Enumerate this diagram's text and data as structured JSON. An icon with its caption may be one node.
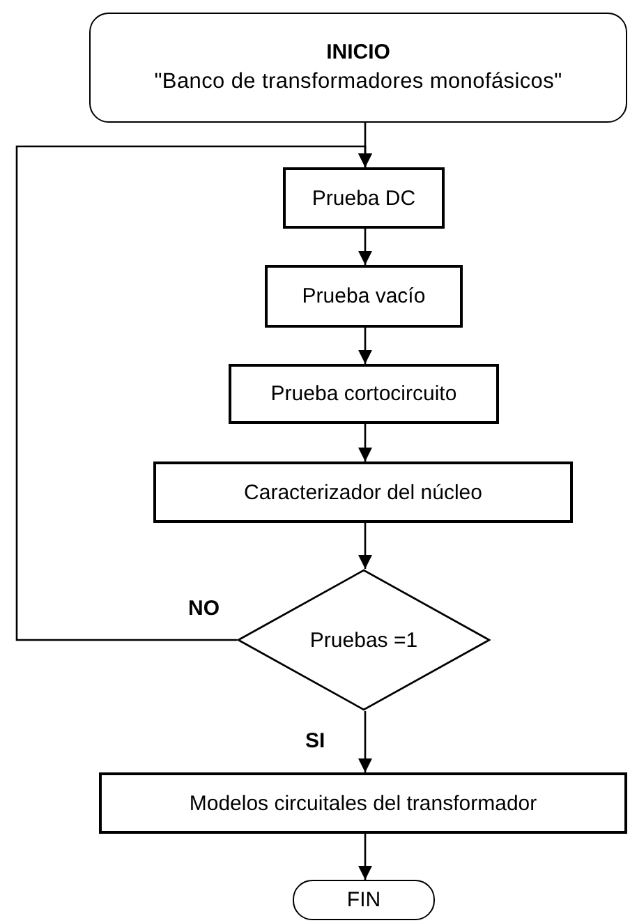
{
  "diagram": {
    "nodes": [
      {
        "text": [
          "INICIO",
          "\"Banco de transformadores monofásicos\""
        ]
      },
      {
        "text": [
          "Prueba DC"
        ]
      },
      {
        "text": [
          "Prueba vacío"
        ]
      },
      {
        "text": [
          "Prueba cortocircuito"
        ]
      },
      {
        "text": [
          "Caracterizador del núcleo"
        ]
      },
      {
        "text": [
          "Pruebas =1"
        ]
      },
      {
        "text": [
          "Modelos circuitales del transformador"
        ]
      },
      {
        "text": [
          "FIN"
        ]
      }
    ],
    "edges": [
      {
        "from": 0,
        "to": 1,
        "arrow": "to"
      },
      {
        "from": 1,
        "to": 2,
        "arrow": "to"
      },
      {
        "from": 2,
        "to": 3,
        "arrow": "to"
      },
      {
        "from": 3,
        "to": 4,
        "arrow": "to"
      },
      {
        "from": 4,
        "to": 5,
        "arrow": "to"
      },
      {
        "from": 5,
        "to": 1,
        "label": "NO",
        "arrow": "to"
      },
      {
        "from": 5,
        "to": 6,
        "label": "SI",
        "arrow": "to"
      },
      {
        "from": 6,
        "to": 7,
        "arrow": "to"
      }
    ]
  }
}
